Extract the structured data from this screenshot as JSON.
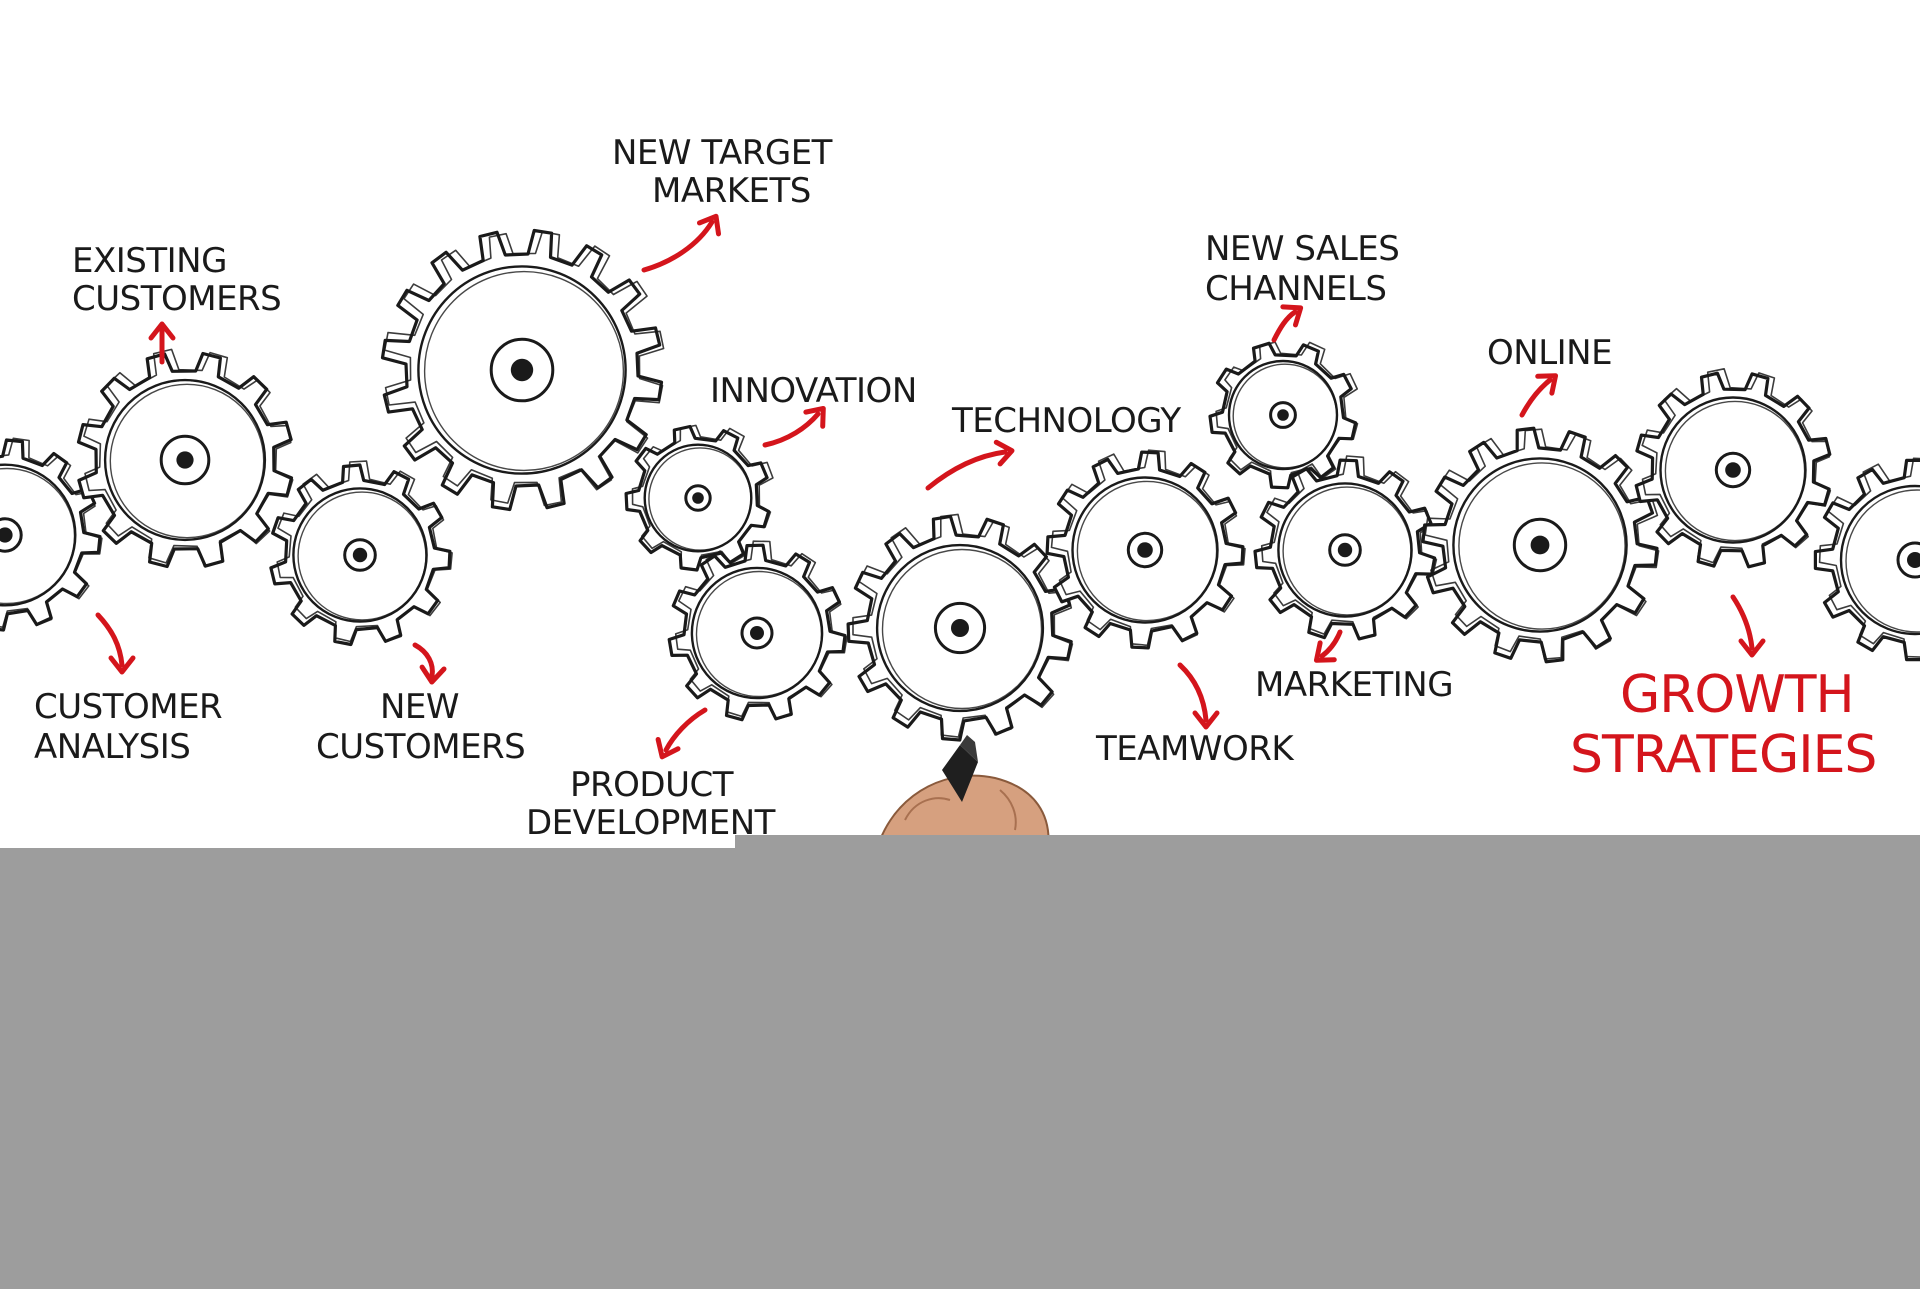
{
  "colors": {
    "ink": "#1a1a1a",
    "accent_red": "#d4151c",
    "panel_grey": "#9d9d9d",
    "background": "#ffffff",
    "skin": "#d6a07f"
  },
  "labels": {
    "existing_customers": [
      "EXISTING",
      "CUSTOMERS"
    ],
    "new_target_markets": [
      "NEW TARGET",
      "MARKETS"
    ],
    "innovation": [
      "INNOVATION"
    ],
    "technology": [
      "TECHNOLOGY"
    ],
    "new_sales_channels": [
      "NEW SALES",
      "CHANNELS"
    ],
    "online": [
      "ONLINE"
    ],
    "customer_analysis": [
      "CUSTOMER",
      "ANALYSIS"
    ],
    "new_customers": [
      "NEW",
      "CUSTOMERS"
    ],
    "product_development": [
      "PRODUCT",
      "DEVELOPMENT"
    ],
    "teamwork": [
      "TEAMWORK"
    ],
    "marketing": [
      "MARKETING"
    ],
    "growth_strategies": [
      "GROWTH",
      "STRATEGIES"
    ]
  },
  "icons": [
    "gear-icon",
    "arrow-icon",
    "hand-with-marker-icon"
  ]
}
